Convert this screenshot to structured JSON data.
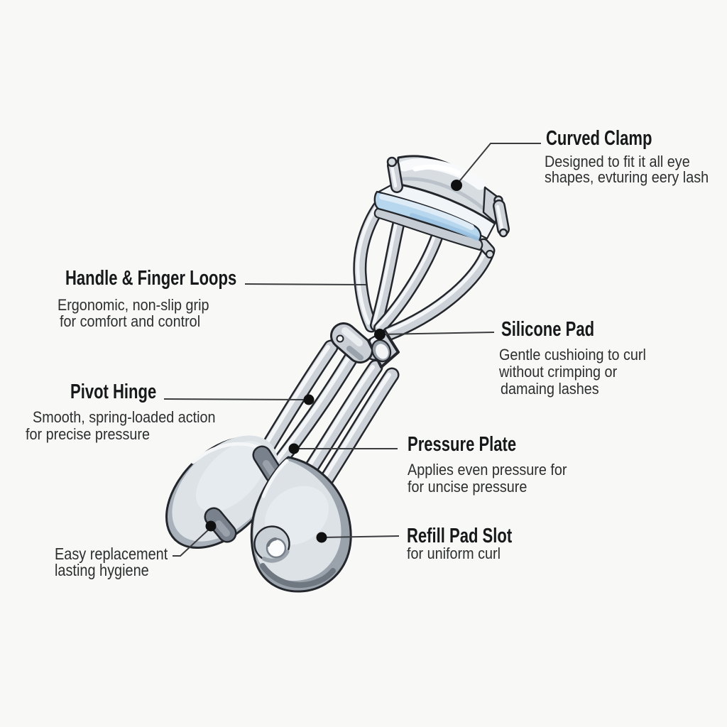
{
  "figure": "Labeled diagram of an eyelash curler",
  "background_color": "#f8f8f6",
  "colors": {
    "outline": "#23262b",
    "metal_mid": "#ccd2d8",
    "metal_highlight": "#f3f5f7",
    "metal_shadow": "#a9b1ba",
    "silicone_pad_blue": "#b0d2ea",
    "silicone_pad_highlight": "#d9e9f6",
    "handle_face": "#dde2e7",
    "handle_rim": "#9aa2ac",
    "slot_dark": "#78818c",
    "leader_line": "#3a3c3e",
    "dot": "#101010",
    "title_text": "#17181a",
    "body_text": "#2d2e30"
  },
  "labels": [
    {
      "id": "curved-clamp",
      "title": "Curved Clamp",
      "lines": [
        "Designed to fit it all eye",
        "shapes, evturing eery lash"
      ]
    },
    {
      "id": "handle-finger-loops",
      "title": "Handle & Finger Loops",
      "lines": [
        "Ergonomic, non-slip grip",
        "for comfort and control"
      ]
    },
    {
      "id": "silicone-pad",
      "title": "Silicone Pad",
      "lines": [
        "Gentle cushioing to curl",
        "without crimping or",
        "damaing lashes"
      ]
    },
    {
      "id": "pivot-hinge",
      "title": "Pivot Hinge",
      "lines": [
        "Smooth, spring-loaded action",
        "for precise pressure"
      ]
    },
    {
      "id": "pressure-plate",
      "title": "Pressure Plate",
      "lines": [
        "Applies even pressure for",
        "for uncise pressure"
      ]
    },
    {
      "id": "refill-pad-slot",
      "title": "Refill Pad Slot",
      "lines": [
        "for uniform curl"
      ]
    },
    {
      "id": "easy-replacement",
      "title": "",
      "lines": [
        "Easy replacement",
        "lasting hygiene"
      ]
    }
  ],
  "parts": [
    "curved clamp band",
    "silicone pad",
    "handle & finger loops",
    "pivot hinge",
    "pressure plate",
    "refill pad slot",
    "left handle paddle",
    "right handle paddle"
  ]
}
